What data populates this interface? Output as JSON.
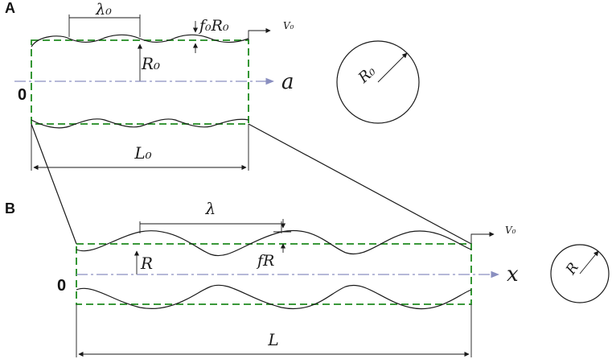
{
  "panel_a": {
    "label": "A",
    "wavelength": "λ₀",
    "amplitude": "f₀R₀",
    "radius": "R₀",
    "velocity": "V₀",
    "axis": "a",
    "origin": "0",
    "length": "L₀",
    "circle_radius": "R₀"
  },
  "panel_b": {
    "label": "B",
    "wavelength": "λ",
    "amplitude": "fR",
    "radius": "R",
    "velocity": "V₀",
    "axis": "x",
    "origin": "0",
    "length": "L",
    "circle_radius": "R"
  },
  "colors": {
    "outline": "#1a1a1a",
    "dashed_box": "#1f8a1f",
    "axis": "#8a8fc0"
  }
}
